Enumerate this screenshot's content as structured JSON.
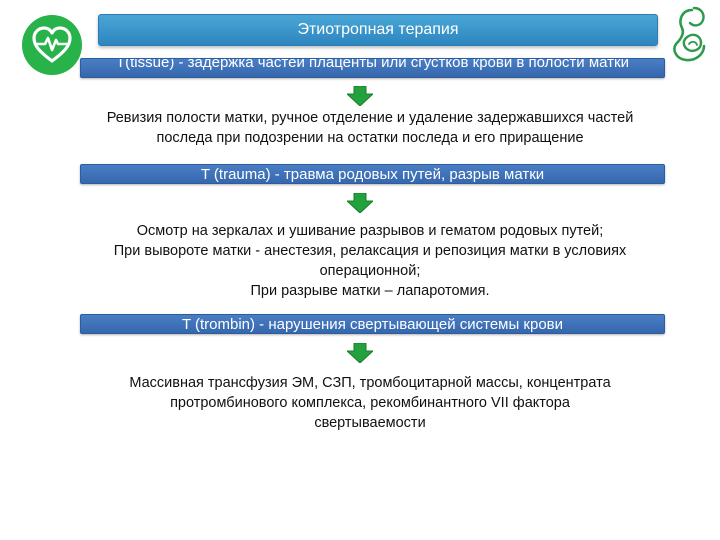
{
  "title": "Этиотропная терапия",
  "colors": {
    "title_bar": "#3a96cc",
    "step_bar": "#3f72b8",
    "arrow": "#22a13c",
    "logo_green": "#27b24a"
  },
  "icons": {
    "left_logo": "heart-pulse-icon",
    "right_logo": "mother-child-icon",
    "arrow": "arrow-down-icon"
  },
  "steps": [
    {
      "header": "T(tissue) - задержка частей плаценты или сгустков крови в полости матки",
      "lines": [
        "Ревизия полости матки, ручное отделение и удаление задержавшихся частей",
        "последа при подозрении на остатки последа и его приращение"
      ]
    },
    {
      "header": "T (trauma) - травма родовых путей, разрыв матки",
      "lines": [
        "Осмотр на зеркалах и ушивание разрывов и гематом родовых путей;",
        "При вывороте матки  - анестезия, релаксация и репозиция матки в условиях",
        "операционной;",
        "При разрыве матки – лапаротомия."
      ]
    },
    {
      "header": "T (trombin) - нарушения свертывающей системы крови",
      "lines": [
        "Массивная трансфузия ЭМ, СЗП, тромбоцитарной массы, концентрата",
        "протромбинового комплекса, рекомбинантного VII фактора",
        "свертываемости"
      ]
    }
  ]
}
